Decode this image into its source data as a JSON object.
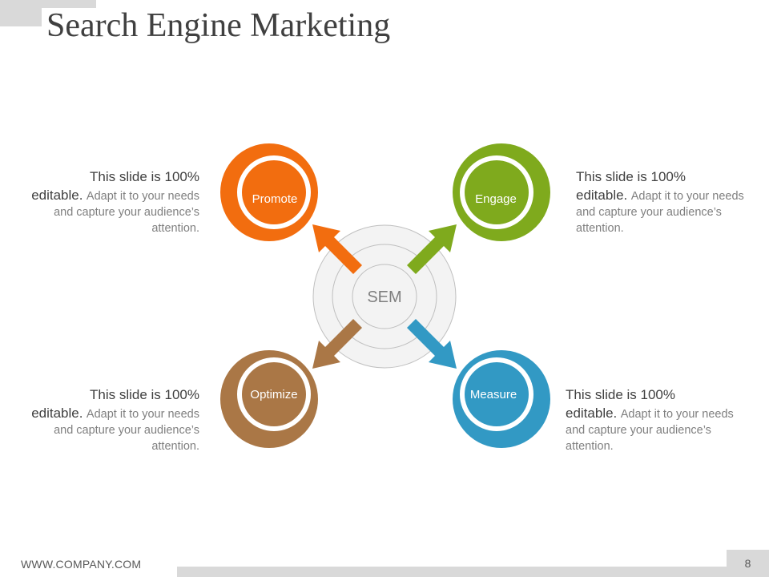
{
  "slide": {
    "title": "Search Engine Marketing",
    "footer": "WWW.COMPANY.COM",
    "page_number": "8"
  },
  "diagram": {
    "center": {
      "label": "SEM"
    },
    "nodes": [
      {
        "label": "Promote",
        "color": "#f26d0f"
      },
      {
        "label": "Engage",
        "color": "#7faa1d"
      },
      {
        "label": "Optimize",
        "color": "#aa7746"
      },
      {
        "label": "Measure",
        "color": "#3299c4"
      }
    ],
    "texts": [
      {
        "lead": "This slide is 100% editable.",
        "lead_line1": "This slide is 100%",
        "lead_line2": "editable.",
        "rest": "Adapt it to your needs and capture your audience’s attention."
      },
      {
        "lead": "This slide is 100% editable.",
        "lead_line1": "This slide is 100%",
        "lead_line2": "editable.",
        "rest": "Adapt it to your needs and capture your audience’s attention."
      },
      {
        "lead": "This slide is 100% editable.",
        "lead_line1": "This slide is 100%",
        "lead_line2": "editable.",
        "rest": "Adapt it to your needs and capture your audience’s attention."
      },
      {
        "lead": "This slide is 100% editable.",
        "lead_line1": "This slide is 100%",
        "lead_line2": "editable.",
        "rest": "Adapt it to your needs and capture your audience’s attention."
      }
    ]
  }
}
